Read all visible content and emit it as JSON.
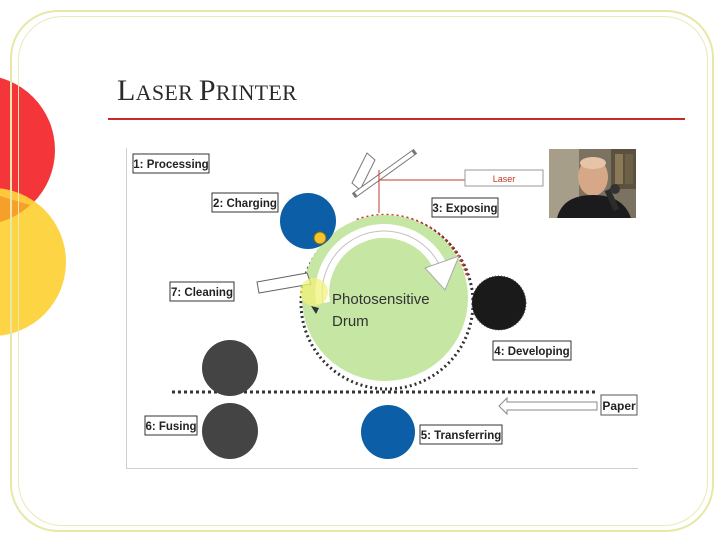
{
  "slide": {
    "title_first_L": "L",
    "title_rest_1": "ASER ",
    "title_first_P": "P",
    "title_rest_2": "RINTER"
  },
  "diagram": {
    "labels": {
      "processing": "1: Processing",
      "charging": "2: Charging",
      "exposing": "3: Exposing",
      "developing": "4: Developing",
      "transferring": "5: Transferring",
      "fusing": "6: Fusing",
      "cleaning": "7: Cleaning",
      "laser": "Laser",
      "paper": "Paper",
      "drum_line1": "Photosensitive",
      "drum_line2": "Drum"
    },
    "colors": {
      "drum_fill": "#c6e6a4",
      "roller_blue": "#0c5fa6",
      "roller_dark": "#3f3f3f",
      "developer_black": "#1a1a1a",
      "laser_line": "#c0392b",
      "title_rule": "#c62a2a"
    }
  }
}
